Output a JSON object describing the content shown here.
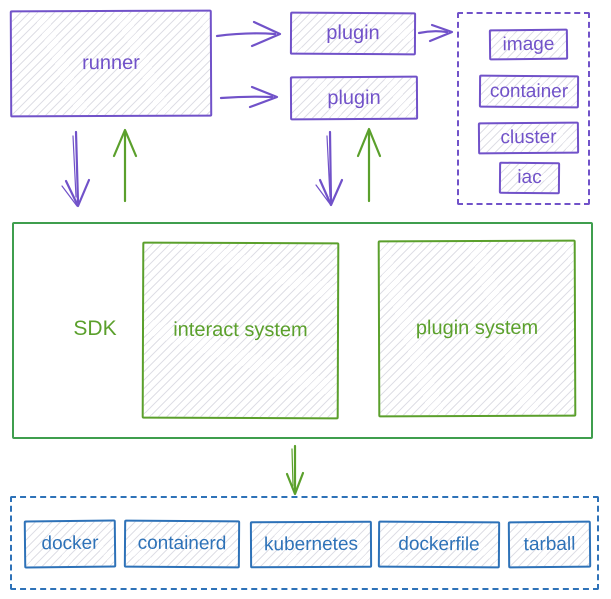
{
  "colors": {
    "purple": "#7152c9",
    "green": "#5ba02c",
    "green_dark": "#3f9e4e",
    "blue": "#2e72b8",
    "hatch": "#dfdfe6"
  },
  "runner": {
    "label": "runner"
  },
  "plugins": {
    "top": {
      "label": "plugin"
    },
    "bottom": {
      "label": "plugin"
    }
  },
  "targets": {
    "items": [
      {
        "label": "image"
      },
      {
        "label": "container"
      },
      {
        "label": "cluster"
      },
      {
        "label": "iac"
      }
    ]
  },
  "sdk": {
    "label": "SDK",
    "interact_system": {
      "label": "interact system"
    },
    "plugin_system": {
      "label": "plugin system"
    }
  },
  "runtimes": {
    "items": [
      {
        "label": "docker"
      },
      {
        "label": "containerd"
      },
      {
        "label": "kubernetes"
      },
      {
        "label": "dockerfile"
      },
      {
        "label": "tarball"
      }
    ]
  }
}
